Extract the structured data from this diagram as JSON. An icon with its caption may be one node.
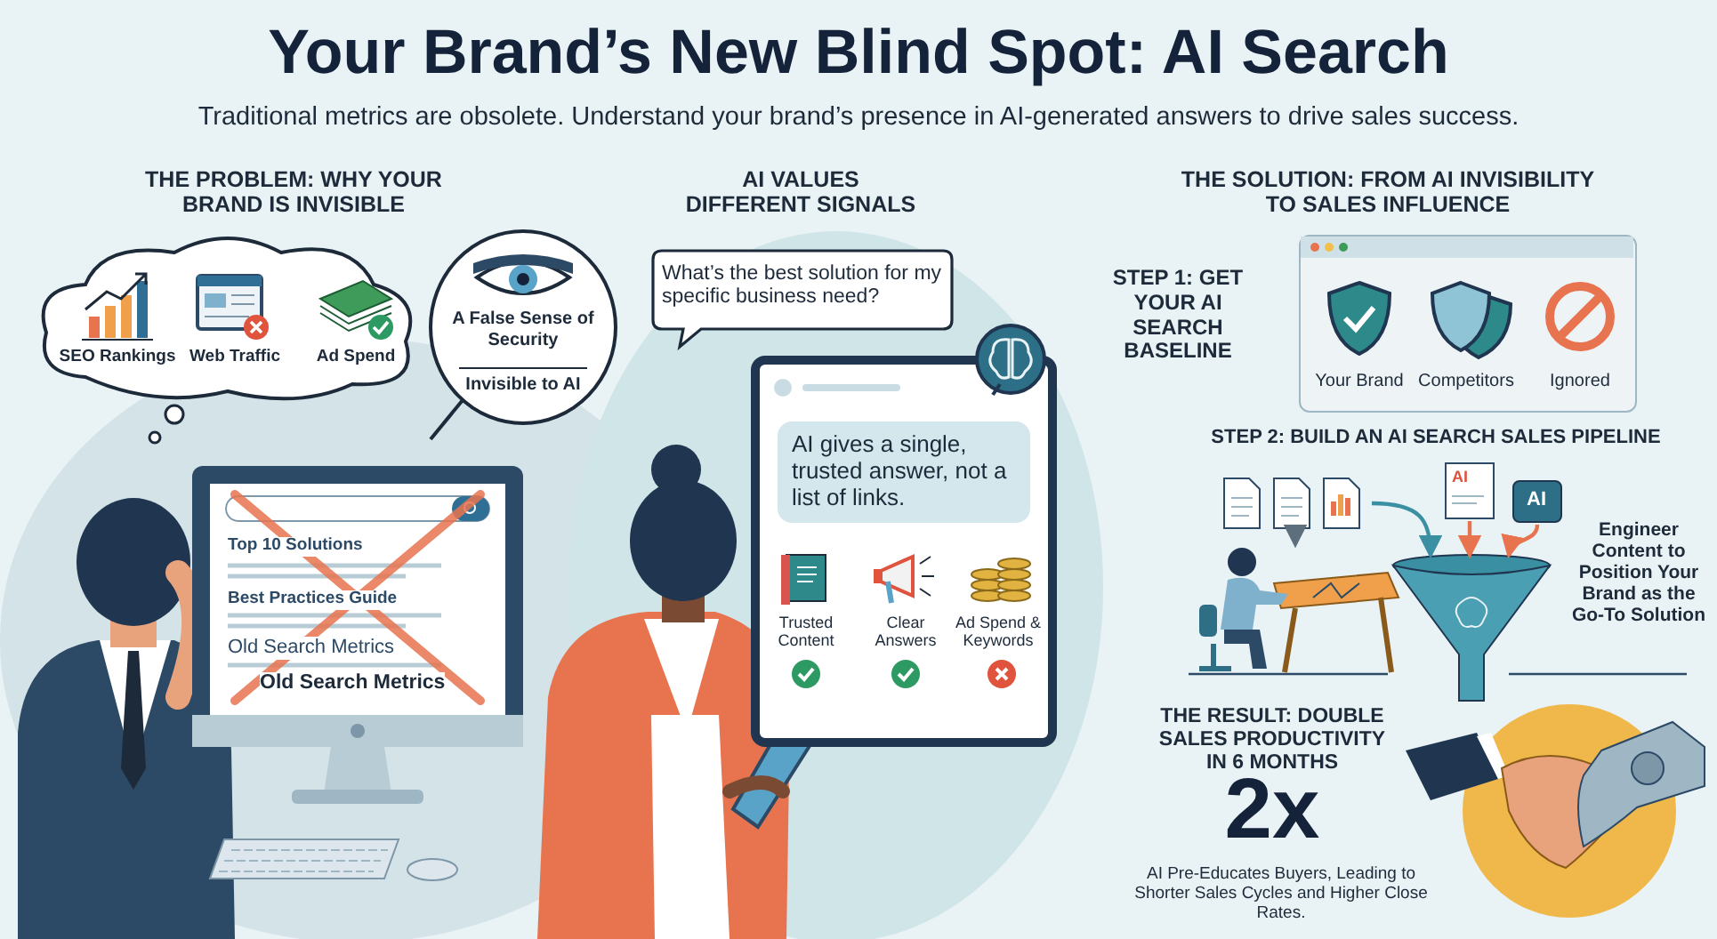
{
  "diagram": {
    "title": "Your Brand’s New Blind Spot: AI Search",
    "nodes": [
      {
        "text": [
          "SEO Rankings",
          "Web Traffic",
          "Ad Spend"
        ]
      },
      {
        "text": [
          "A False Sense of Security",
          "Invisible to AI"
        ]
      },
      {
        "text": [
          "Top 10 Solutions",
          "Best Practices Guide",
          "Old Search Metrics",
          "Old Search Metrics"
        ]
      },
      {
        "text": [
          "What’s the best solution for my specific business need?"
        ]
      },
      {
        "text": [
          "AI gives a single, trusted answer, not a list of links.",
          "Trusted Content",
          "Clear Answers",
          "Ad Spend & Keywords"
        ]
      },
      {
        "text": [
          "Your Brand",
          "Competitors",
          "Ignored"
        ]
      },
      {
        "text": [],
        "shape": "picture"
      },
      {
        "text": [],
        "shape": "picture"
      },
      {
        "text": [
          "AI"
        ]
      },
      {
        "text": [
          "AI"
        ]
      },
      {
        "text": [],
        "shape": "picture"
      }
    ],
    "edges": [
      {
        "from": 6,
        "to": 7,
        "arrow": "to",
        "color": "#5d6f7d"
      },
      {
        "from": 6,
        "to": 10,
        "arrow": "to",
        "color": "#3a8fa3"
      },
      {
        "from": 8,
        "to": 10,
        "arrow": "to",
        "color": "#e8744f"
      },
      {
        "from": 9,
        "to": 10,
        "arrow": "to",
        "color": "#e8744f"
      }
    ],
    "labels": [
      "Traditional metrics are obsolete. Understand your brand’s presence in AI-generated answers to drive sales success.",
      "THE PROBLEM: WHY YOUR BRAND IS INVISIBLE",
      "AI VALUES DIFFERENT SIGNALS",
      "THE SOLUTION: FROM AI INVISIBILITY TO SALES INFLUENCE",
      "STEP 1: GET YOUR AI SEARCH BASELINE",
      "STEP 2: BUILD AN AI SEARCH SALES PIPELINE",
      "Engineer Content to Position Your Brand as the Go-To Solution",
      "THE RESULT: DOUBLE SALES PRODUCTIVITY IN 6 MONTHS",
      "2x",
      "AI Pre-Educates Buyers, Leading to Shorter Sales Cycles and Higher Close Rates."
    ]
  }
}
